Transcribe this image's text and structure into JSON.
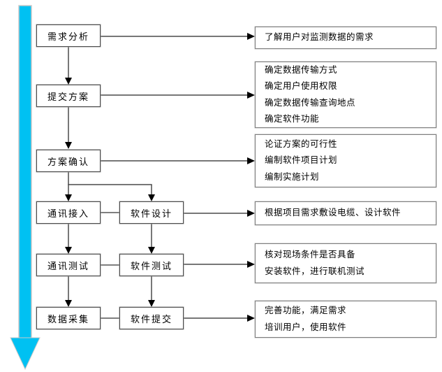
{
  "colors": {
    "timeline_arrow_blue": "#00c1f2",
    "timeline_arrow_outline": "#c9c9c9",
    "connector_dark": "#4a4a4a",
    "connector_gray": "#7f7f7f",
    "arrowhead_black": "#000000",
    "box_border": "#4d4d4d",
    "detail_border": "#7f7f7f"
  },
  "nodes": {
    "left": [
      {
        "label": "需求分析"
      },
      {
        "label": "提交方案"
      },
      {
        "label": "方案确认"
      },
      {
        "label": "通讯接入"
      },
      {
        "label": "通讯测试"
      },
      {
        "label": "数据采集"
      }
    ],
    "mid": [
      {
        "label": "软件设计"
      },
      {
        "label": "软件测试"
      },
      {
        "label": "软件提交"
      }
    ]
  },
  "details": [
    {
      "lines": [
        "了解用户对监测数据的需求"
      ]
    },
    {
      "lines": [
        "确定数据传输方式",
        "确定用户使用权限",
        "确定数据传输查询地点",
        "确定软件功能"
      ]
    },
    {
      "lines": [
        "论证方案的可行性",
        "编制软件项目计划",
        "编制实施计划"
      ]
    },
    {
      "lines": [
        "根据项目需求敷设电缆、设计软件"
      ]
    },
    {
      "lines": [
        "核对现场条件是否具备",
        "安装软件，进行联机测试"
      ]
    },
    {
      "lines": [
        "完善功能，满足需求",
        "培训用户，使用软件"
      ]
    }
  ]
}
